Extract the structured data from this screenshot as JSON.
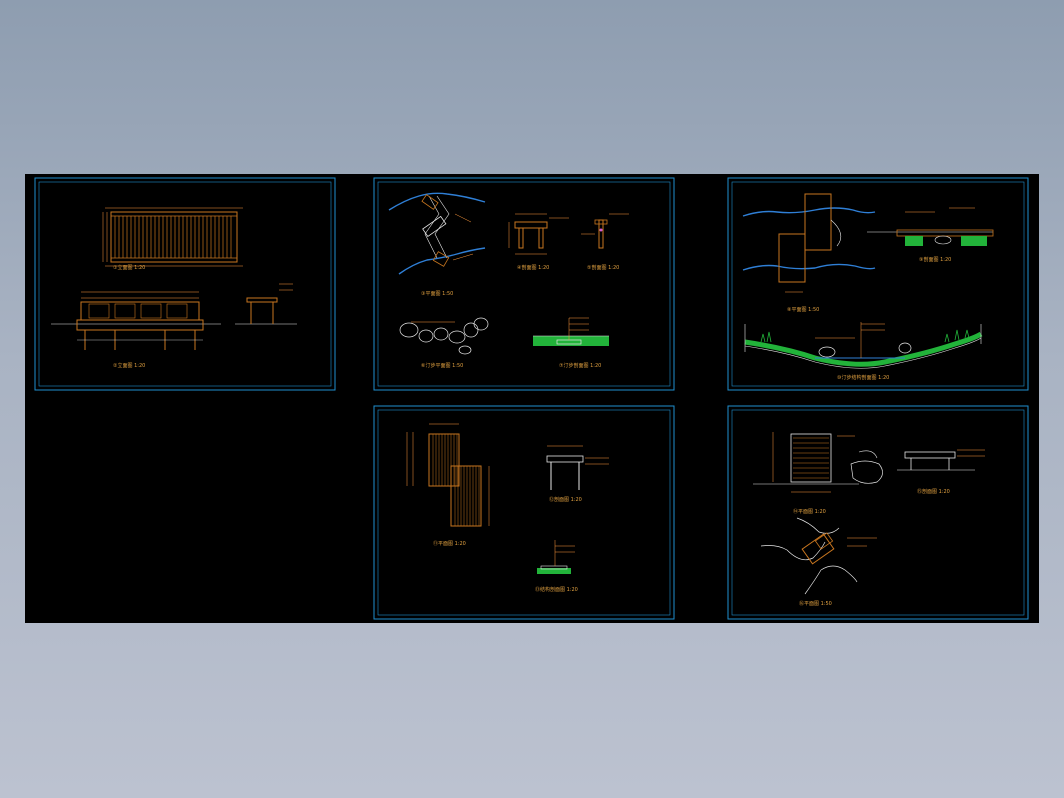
{
  "window": {
    "title": ""
  },
  "colors": {
    "desktop_top": "#8e9db0",
    "desktop_bottom": "#bcc2d0",
    "canvas": "#000000",
    "sheet_border": "#1f8fcf",
    "wood": "#c8761f",
    "dimension": "#ff9a3c",
    "water": "#2f7fd6",
    "grass": "#22b33a",
    "white_line": "#e6e6e6",
    "magenta": "#d25ad2"
  },
  "sheets": [
    {
      "id": "sheet-1",
      "labels": [
        "①立面图 1:20",
        "②立面图 1:20"
      ]
    },
    {
      "id": "sheet-2",
      "labels": [
        "③平面图 1:50",
        "④剖面图 1:20",
        "⑤剖面图 1:20",
        "⑥汀步平面图 1:50",
        "⑦汀步剖面图 1:20"
      ]
    },
    {
      "id": "sheet-3",
      "labels": [
        "⑧平面图 1:50",
        "⑨剖面图 1:20",
        "⑩汀步结构剖面图 1:20"
      ]
    },
    {
      "id": "sheet-4",
      "labels": [
        "⑪平面图 1:20",
        "⑫剖面图 1:20",
        "⑬结构剖面图 1:20"
      ]
    },
    {
      "id": "sheet-5",
      "labels": [
        "⑭平面图 1:20",
        "⑮剖面图 1:20",
        "⑯平面图 1:50"
      ]
    }
  ]
}
